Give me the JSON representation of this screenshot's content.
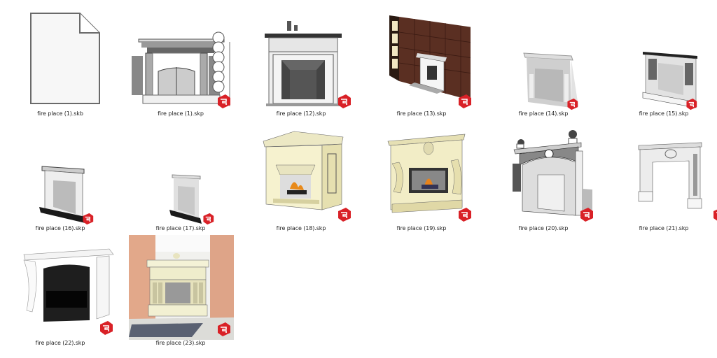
{
  "view": "large-icons",
  "badge": {
    "icon": "sketchup-icon",
    "color": "#d92127"
  },
  "files": [
    {
      "name": "fire place (1).skb",
      "type": "generic-file",
      "thumb": "blank-document"
    },
    {
      "name": "fire place (1).skp",
      "type": "sketchup",
      "thumb": "grey-fireplace-with-columns-and-log-wall"
    },
    {
      "name": "fire place (12).skp",
      "type": "sketchup",
      "thumb": "marble-fireplace-with-urns"
    },
    {
      "name": "fire place (13).skp",
      "type": "sketchup",
      "thumb": "white-fireplace-brown-panel-wall-bookshelf"
    },
    {
      "name": "fire place (14).skp",
      "type": "sketchup",
      "thumb": "light-grey-fireplace"
    },
    {
      "name": "fire place (15).skp",
      "type": "sketchup",
      "thumb": "fireplace-black-mantel-corbels"
    },
    {
      "name": "fire place (16).skp",
      "type": "sketchup",
      "thumb": "white-fireplace-black-hearth"
    },
    {
      "name": "fire place (17).skp",
      "type": "sketchup",
      "thumb": "small-white-fireplace-black-hearth"
    },
    {
      "name": "fire place (18).skp",
      "type": "sketchup",
      "thumb": "cream-fireplace-with-fire"
    },
    {
      "name": "fire place (19).skp",
      "type": "sketchup",
      "thumb": "cream-fireplace-glass-insert"
    },
    {
      "name": "fire place (20).skp",
      "type": "sketchup",
      "thumb": "ornate-fireplace-with-plants"
    },
    {
      "name": "fire place (21).skp",
      "type": "sketchup",
      "thumb": "white-louis-fireplace"
    },
    {
      "name": "fire place (22).skp",
      "type": "sketchup",
      "thumb": "white-fireplace-black-insert"
    },
    {
      "name": "fire place (23).skp",
      "type": "sketchup",
      "thumb": "cream-fireplace-room-scene"
    }
  ]
}
